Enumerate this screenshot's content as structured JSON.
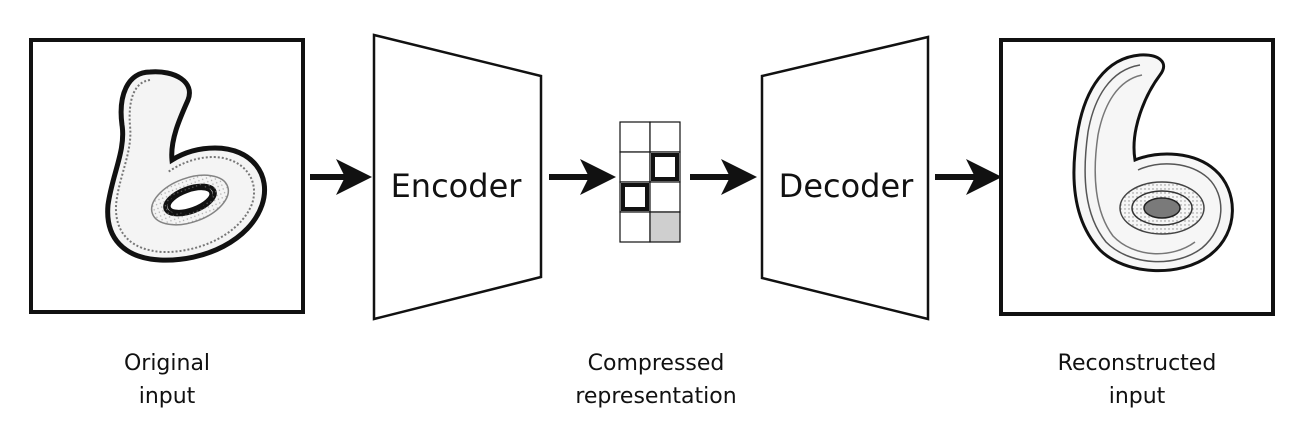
{
  "encoder": {
    "label": "Encoder"
  },
  "decoder": {
    "label": "Decoder"
  },
  "captions": {
    "original": [
      "Original",
      "input"
    ],
    "compressed": [
      "Compressed",
      "representation"
    ],
    "reconstructed": [
      "Reconstructed",
      "input"
    ]
  },
  "latent_grid": {
    "rows": 4,
    "cols": 2,
    "highlighted_cells": [
      [
        1,
        1
      ],
      [
        2,
        0
      ]
    ],
    "shaded_cells": [
      [
        3,
        1
      ]
    ]
  },
  "colors": {
    "stroke": "#111111",
    "shaded_cell": "#cfcfcf",
    "digit_fill": "#f2f2f2",
    "digit_shade": "#9a9a9a"
  }
}
